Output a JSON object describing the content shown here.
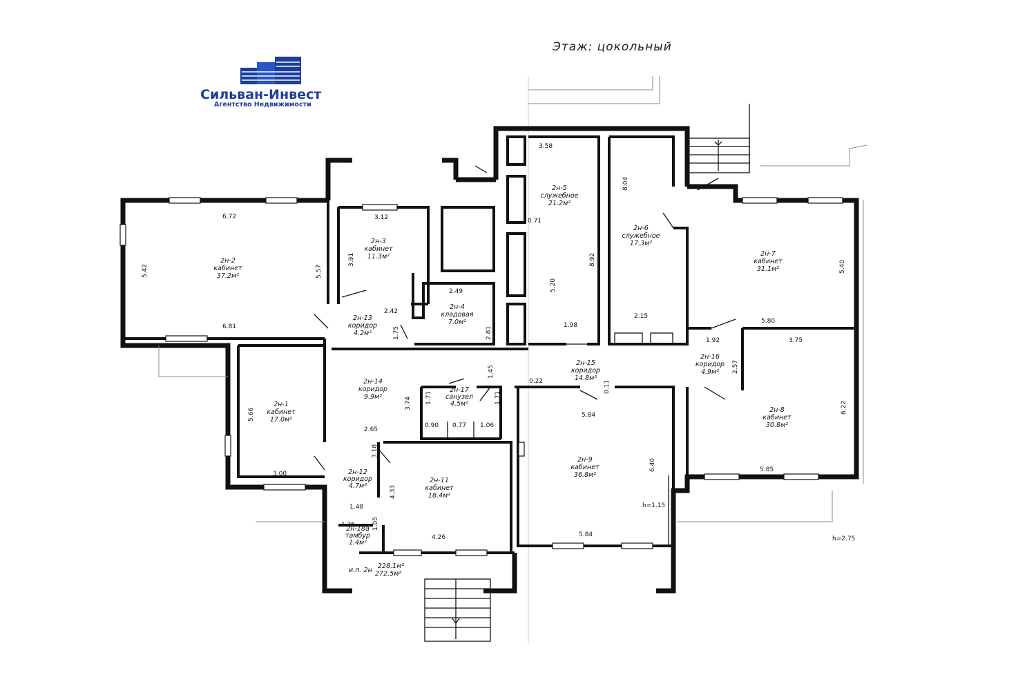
{
  "title": "Этаж: цокольный",
  "logo": {
    "name": "Сильван-Инвест",
    "subtitle": "Агентство Недвижимости",
    "color": "#1c3f9e"
  },
  "rooms": [
    {
      "id": "2n-2",
      "lines": [
        "2н-2",
        "кабинет",
        "37.2м²"
      ]
    },
    {
      "id": "2n-3",
      "lines": [
        "2н-3",
        "кабинет",
        "11.3м²"
      ]
    },
    {
      "id": "2n-4",
      "lines": [
        "2н-4",
        "кладовая",
        "7.0м²"
      ]
    },
    {
      "id": "2n-5",
      "lines": [
        "2н-5",
        "служебное",
        "21.2м²"
      ]
    },
    {
      "id": "2n-6",
      "lines": [
        "2н-6",
        "служебное",
        "17.3м²"
      ]
    },
    {
      "id": "2n-7",
      "lines": [
        "2н-7",
        "кабинет",
        "31.1м²"
      ]
    },
    {
      "id": "2n-13",
      "lines": [
        "2н-13",
        "коридор",
        "4.2м²"
      ]
    },
    {
      "id": "2n-15",
      "lines": [
        "2н-15",
        "коридор",
        "14.8м²"
      ]
    },
    {
      "id": "2n-16",
      "lines": [
        "2н-16",
        "коридор",
        "4.9м²"
      ]
    },
    {
      "id": "2n-14",
      "lines": [
        "2н-14",
        "коридор",
        "9.9м²"
      ]
    },
    {
      "id": "2n-17",
      "lines": [
        "2н-17",
        "санузел",
        "4.5м²"
      ]
    },
    {
      "id": "2n-1",
      "lines": [
        "2н-1",
        "кабинет",
        "17.0м²"
      ]
    },
    {
      "id": "2n-8",
      "lines": [
        "2н-8",
        "кабинет",
        "30.8м²"
      ]
    },
    {
      "id": "2n-9",
      "lines": [
        "2н-9",
        "кабинет",
        "36.8м²"
      ]
    },
    {
      "id": "2n-12",
      "lines": [
        "2н-12",
        "коридор",
        "4.7м²"
      ]
    },
    {
      "id": "2n-11",
      "lines": [
        "2н-11",
        "кабинет",
        "18.4м²"
      ]
    },
    {
      "id": "2n-18a",
      "lines": [
        "2н-18а",
        "тамбур",
        "1.4м²"
      ]
    }
  ],
  "dimensions": [
    "6.72",
    "3.12",
    "3.58",
    "8.04",
    "5.42",
    "5.57",
    "3.91",
    "0.71",
    "8.92",
    "5.20",
    "5.40",
    "2.49",
    "2.42",
    "6.81",
    "1.75",
    "2.81",
    "1.98",
    "2.15",
    "5.80",
    "1.92",
    "3.75",
    "1.45",
    "2.57",
    "0.22",
    "0.11",
    "3.74",
    "1.71",
    "1.71",
    "5.84",
    "6.22",
    "5.66",
    "2.65",
    "0.90",
    "0.77",
    "1.06",
    "3.18",
    "6.40",
    "5.85",
    "3.00",
    "4.33",
    "1.48",
    "1.35",
    "1.05",
    "4.26",
    "5.84"
  ],
  "notes": {
    "height_local": "h=1.15",
    "height_total": "h=2.75",
    "area_label": "и.п. 2н",
    "area_main": "228.1м²",
    "area_total": "272.5м²"
  }
}
